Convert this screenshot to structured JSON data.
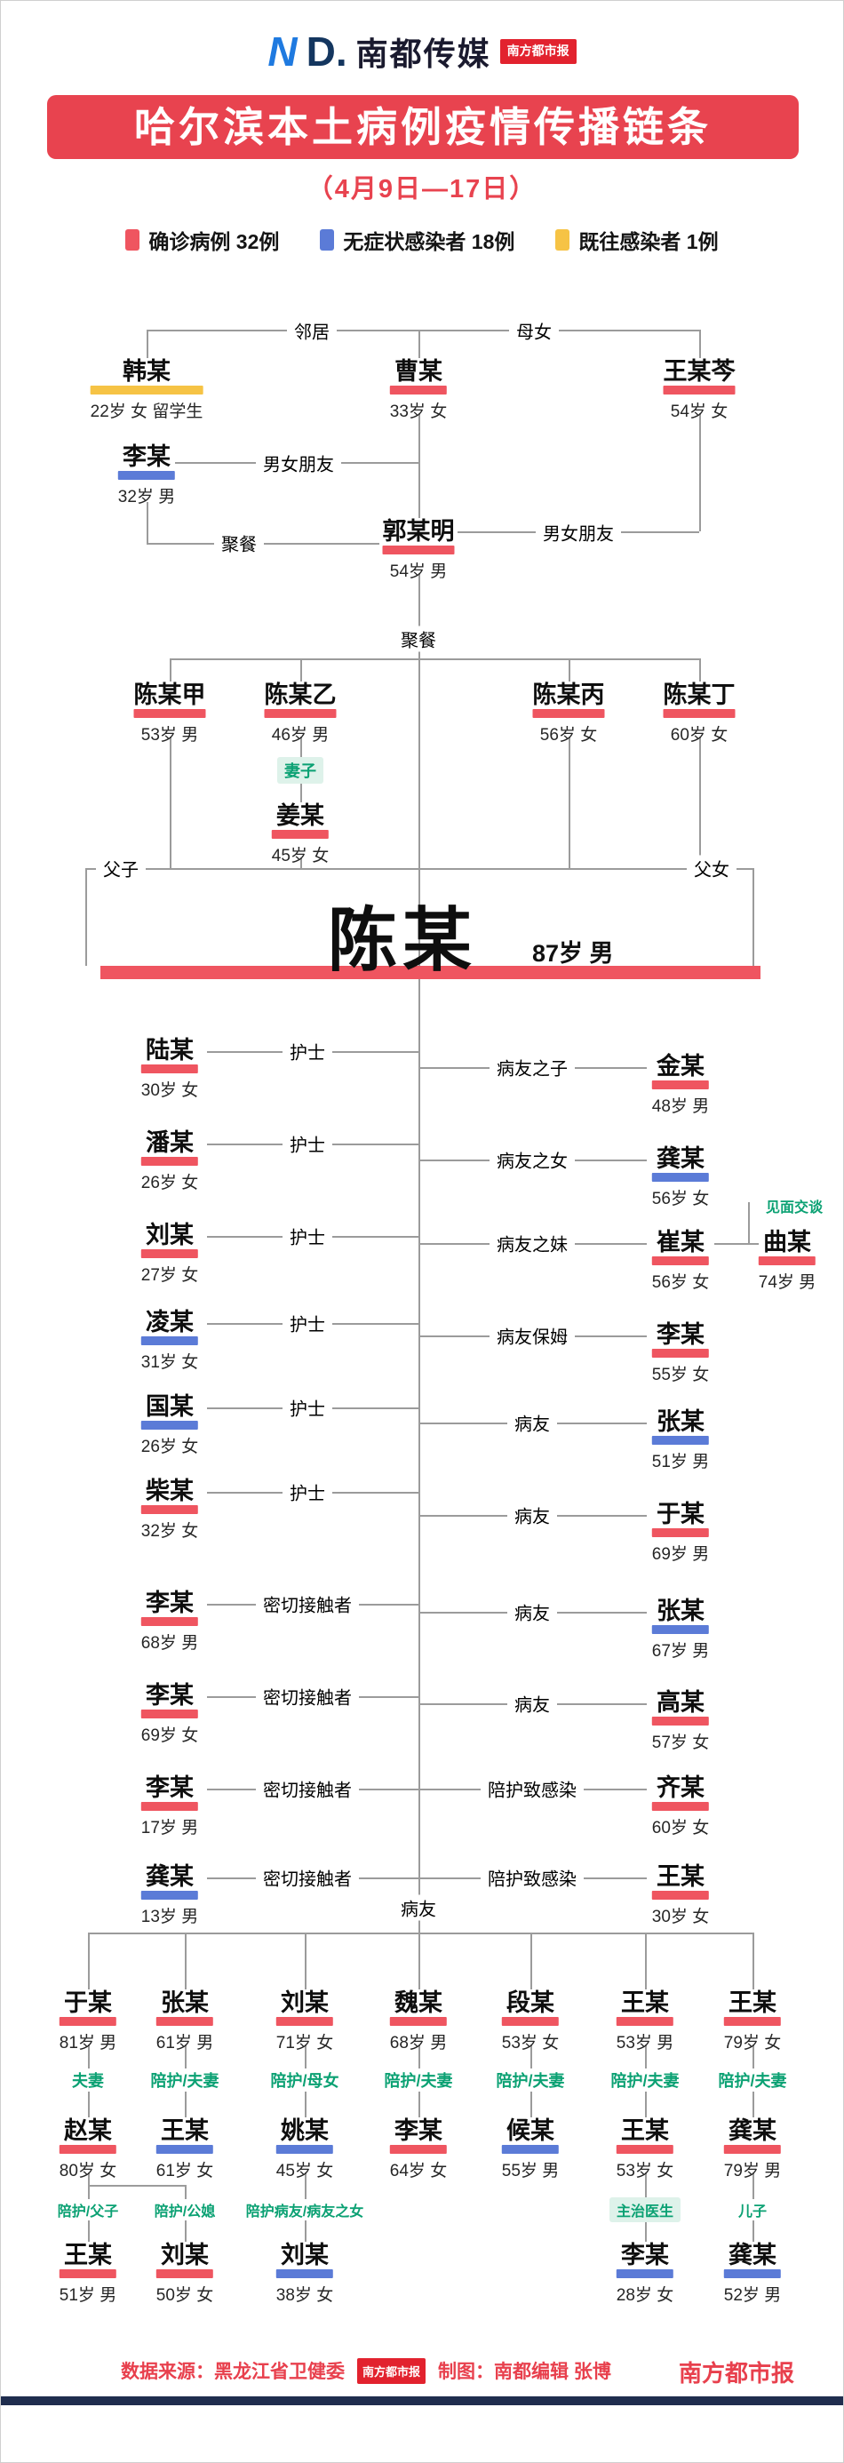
{
  "header": {
    "logo_n": "N",
    "logo_d": "D.",
    "logo_text": "南都传媒",
    "logo_stamp": "南方都市报",
    "title": "哈尔滨本土病例疫情传播链条",
    "subtitle": "（4月9日—17日）"
  },
  "legend": [
    {
      "label": "确诊病例 32例",
      "color": "#ef5560",
      "key": "confirmed"
    },
    {
      "label": "无症状感染者 18例",
      "color": "#5b7bd7",
      "key": "asymptomatic"
    },
    {
      "label": "既往感染者 1例",
      "color": "#f6c345",
      "key": "previous"
    }
  ],
  "colors": {
    "confirmed": "#ef5560",
    "asymptomatic": "#5b7bd7",
    "previous": "#f6c345",
    "relation_green": "#0ba173",
    "banner_red": "#e8434f",
    "line_gray": "#9b9b9b",
    "bottom_bar": "#1f2d4e"
  },
  "labels": {
    "neighbor": "邻居",
    "mother_daughter": "母女",
    "couple_bf": "男女朋友",
    "dinner": "聚餐",
    "wife": "妻子",
    "father_son": "父子",
    "father_daughter": "父女",
    "nurse": "护士",
    "close_contact": "密切接触者",
    "wardmate_son": "病友之子",
    "wardmate_daughter": "病友之女",
    "wardmate_sister": "病友之妹",
    "meet_talk": "见面交谈",
    "wardmate_nanny": "病友保姆",
    "wardmate": "病友",
    "care_infect": "陪护致感染",
    "spouse": "夫妻",
    "care_spouse": "陪护/夫妻",
    "care_mother_daughter": "陪护/母女",
    "care_father_son": "陪护/父子",
    "care_inlaw": "陪护/公媳",
    "care_wardmate_daughter": "陪护病友/病友之女",
    "doctor": "主治医生",
    "son": "儿子"
  },
  "nodes": {
    "han": {
      "name": "韩某",
      "info": "22岁 女 留学生",
      "status": "previous"
    },
    "cao": {
      "name": "曹某",
      "info": "33岁 女",
      "status": "confirmed"
    },
    "wangqin": {
      "name": "王某芩",
      "info": "54岁 女",
      "status": "confirmed"
    },
    "li32": {
      "name": "李某",
      "info": "32岁 男",
      "status": "asymptomatic"
    },
    "guo": {
      "name": "郭某明",
      "info": "54岁 男",
      "status": "confirmed"
    },
    "chen_a": {
      "name": "陈某甲",
      "info": "53岁 男",
      "status": "confirmed"
    },
    "chen_b": {
      "name": "陈某乙",
      "info": "46岁 男",
      "status": "confirmed"
    },
    "chen_c": {
      "name": "陈某丙",
      "info": "56岁 女",
      "status": "confirmed"
    },
    "chen_d": {
      "name": "陈某丁",
      "info": "60岁 女",
      "status": "confirmed"
    },
    "jiang": {
      "name": "姜某",
      "info": "45岁 女",
      "status": "confirmed"
    },
    "chen_main": {
      "name": "陈某",
      "info": "87岁 男",
      "status": "confirmed"
    },
    "lu30": {
      "name": "陆某",
      "info": "30岁 女",
      "status": "confirmed"
    },
    "pan26": {
      "name": "潘某",
      "info": "26岁 女",
      "status": "confirmed"
    },
    "liu27": {
      "name": "刘某",
      "info": "27岁 女",
      "status": "confirmed"
    },
    "ling31": {
      "name": "凌某",
      "info": "31岁 女",
      "status": "asymptomatic"
    },
    "guo26": {
      "name": "国某",
      "info": "26岁 女",
      "status": "asymptomatic"
    },
    "chai32": {
      "name": "柴某",
      "info": "32岁 女",
      "status": "confirmed"
    },
    "li68": {
      "name": "李某",
      "info": "68岁 男",
      "status": "confirmed"
    },
    "li69": {
      "name": "李某",
      "info": "69岁 女",
      "status": "confirmed"
    },
    "li17": {
      "name": "李某",
      "info": "17岁 男",
      "status": "confirmed"
    },
    "gong13": {
      "name": "龚某",
      "info": "13岁 男",
      "status": "asymptomatic"
    },
    "jin48": {
      "name": "金某",
      "info": "48岁 男",
      "status": "confirmed"
    },
    "gong56": {
      "name": "龚某",
      "info": "56岁 女",
      "status": "asymptomatic"
    },
    "cui56": {
      "name": "崔某",
      "info": "56岁 女",
      "status": "confirmed"
    },
    "qu74": {
      "name": "曲某",
      "info": "74岁 男",
      "status": "confirmed"
    },
    "li55": {
      "name": "李某",
      "info": "55岁 女",
      "status": "confirmed"
    },
    "zhang51": {
      "name": "张某",
      "info": "51岁 男",
      "status": "asymptomatic"
    },
    "yu69": {
      "name": "于某",
      "info": "69岁 男",
      "status": "confirmed"
    },
    "zhang67": {
      "name": "张某",
      "info": "67岁 男",
      "status": "asymptomatic"
    },
    "gao57": {
      "name": "高某",
      "info": "57岁 女",
      "status": "confirmed"
    },
    "qi60": {
      "name": "齐某",
      "info": "60岁 女",
      "status": "confirmed"
    },
    "wang30": {
      "name": "王某",
      "info": "30岁 女",
      "status": "confirmed"
    },
    "yu81": {
      "name": "于某",
      "info": "81岁 男",
      "status": "confirmed"
    },
    "zhang61": {
      "name": "张某",
      "info": "61岁 男",
      "status": "confirmed"
    },
    "liu71": {
      "name": "刘某",
      "info": "71岁 女",
      "status": "confirmed"
    },
    "wei68": {
      "name": "魏某",
      "info": "68岁 男",
      "status": "confirmed"
    },
    "duan53": {
      "name": "段某",
      "info": "53岁 女",
      "status": "confirmed"
    },
    "wang53m": {
      "name": "王某",
      "info": "53岁 男",
      "status": "confirmed"
    },
    "wang79": {
      "name": "王某",
      "info": "79岁 女",
      "status": "confirmed"
    },
    "zhao80": {
      "name": "赵某",
      "info": "80岁 女",
      "status": "confirmed"
    },
    "wang61": {
      "name": "王某",
      "info": "61岁 女",
      "status": "asymptomatic"
    },
    "yao45": {
      "name": "姚某",
      "info": "45岁 女",
      "status": "asymptomatic"
    },
    "li64": {
      "name": "李某",
      "info": "64岁 女",
      "status": "confirmed"
    },
    "hou55": {
      "name": "候某",
      "info": "55岁 男",
      "status": "asymptomatic"
    },
    "wang53f": {
      "name": "王某",
      "info": "53岁 女",
      "status": "confirmed"
    },
    "gong79": {
      "name": "龚某",
      "info": "79岁 男",
      "status": "confirmed"
    },
    "wang51": {
      "name": "王某",
      "info": "51岁 男",
      "status": "confirmed"
    },
    "liu50": {
      "name": "刘某",
      "info": "50岁 女",
      "status": "confirmed"
    },
    "liu38": {
      "name": "刘某",
      "info": "38岁 女",
      "status": "asymptomatic"
    },
    "li28": {
      "name": "李某",
      "info": "28岁 女",
      "status": "asymptomatic"
    },
    "gong52": {
      "name": "龚某",
      "info": "52岁 男",
      "status": "asymptomatic"
    }
  },
  "footer": {
    "source": "数据来源：黑龙江省卫健委",
    "stamp": "南方都市报",
    "credit": "制图：南都编辑 张博",
    "paper": "南方都市报"
  }
}
